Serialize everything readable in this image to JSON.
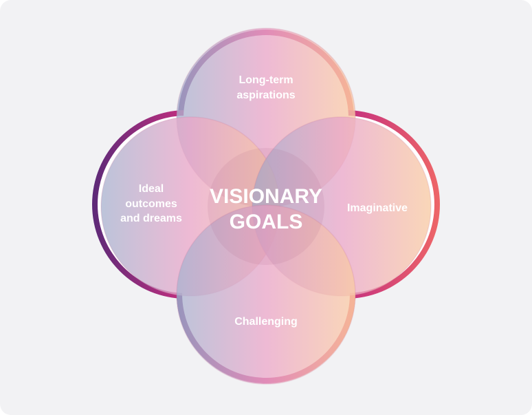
{
  "diagram": {
    "center": {
      "line1": "VISIONARY",
      "line2": "GOALS"
    },
    "petals": {
      "top": {
        "line1": "Long-term",
        "line2": "aspirations"
      },
      "left": {
        "line1": "Ideal",
        "line2": "outcomes",
        "line3": "and dreams"
      },
      "right": {
        "line1": "Imaginative"
      },
      "bottom": {
        "line1": "Challenging"
      }
    }
  },
  "colors": {
    "gradient_start": "#5a2d7a",
    "gradient_mid": "#c9307c",
    "gradient_end": "#ef6a6a",
    "fill_start": "#aab6d0",
    "fill_mid": "#e8a2c6",
    "fill_end": "#f7c8a4"
  }
}
